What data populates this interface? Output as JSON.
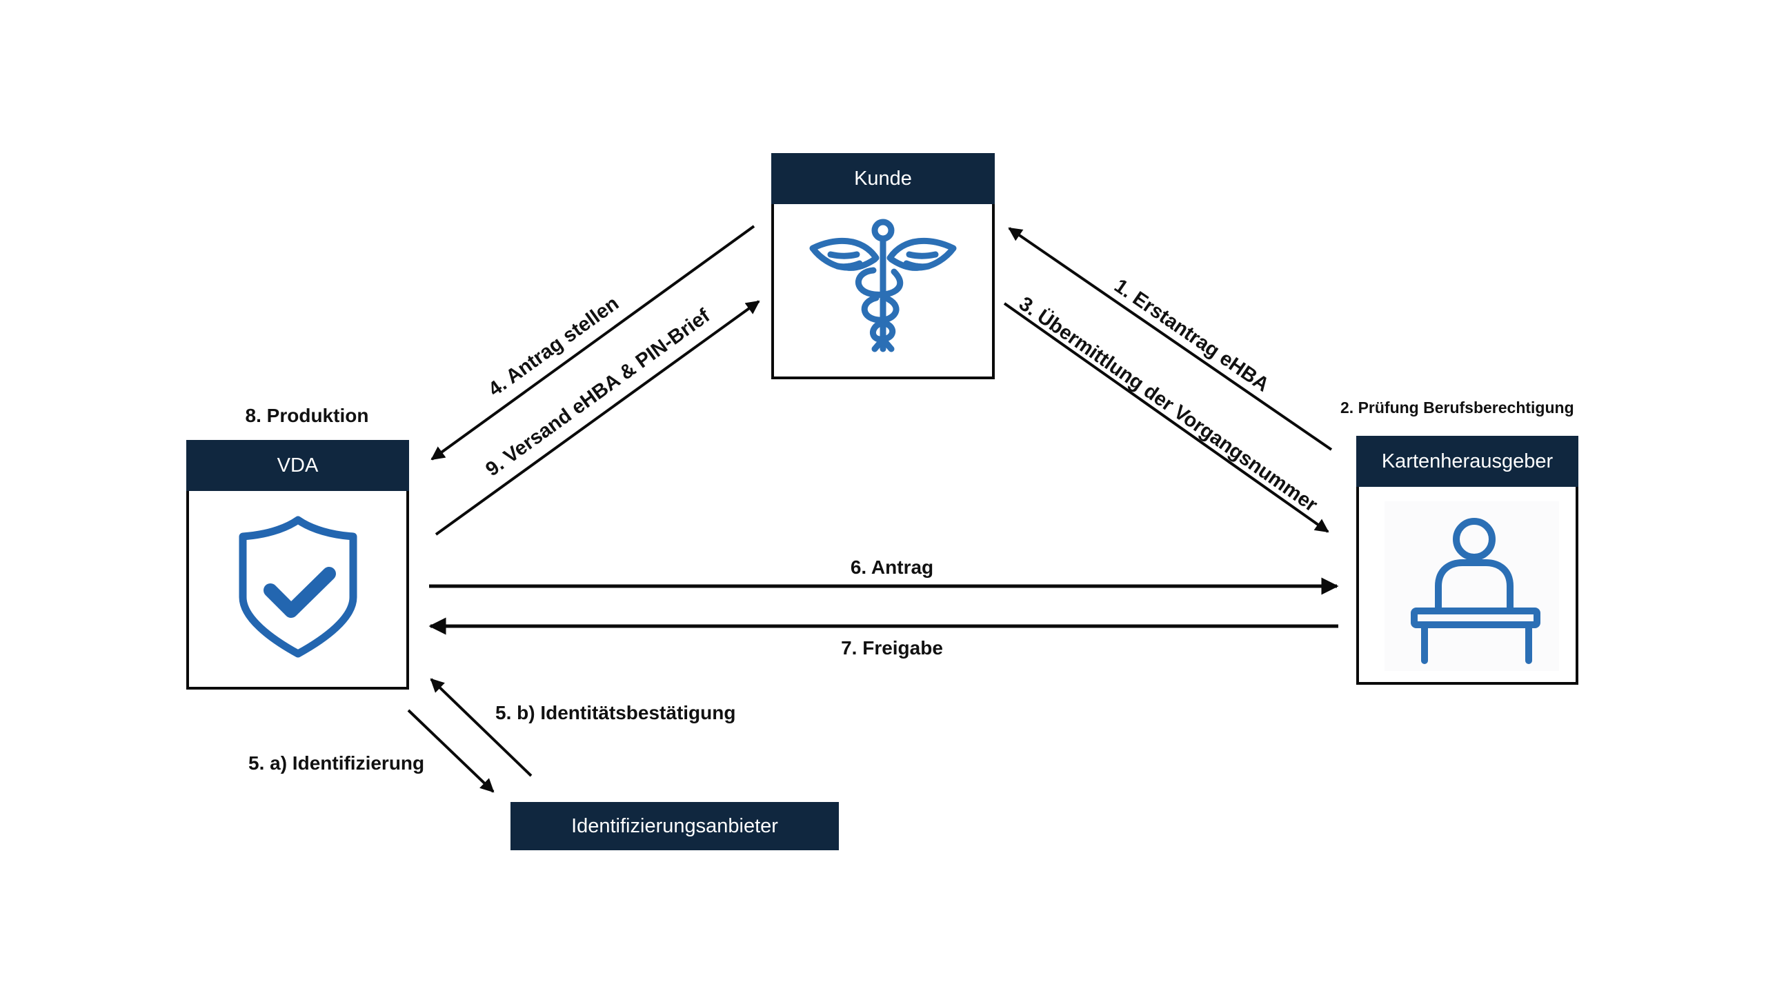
{
  "nodes": {
    "kunde": {
      "title": "Kunde",
      "icon": "caduceus-icon"
    },
    "vda": {
      "title": "VDA",
      "icon": "shield-check-icon",
      "step_label": "8. Produktion"
    },
    "kartenherausgeber": {
      "title": "Kartenherausgeber",
      "icon": "person-at-desk-icon",
      "step_label": "2. Prüfung Berufsberechtigung"
    },
    "identifizierungsanbieter": {
      "title": "Identifizierungsanbieter"
    }
  },
  "flows": [
    {
      "id": "1",
      "label": "1. Erstantrag eHBA",
      "from": "Kartenherausgeber",
      "to": "Kunde"
    },
    {
      "id": "3",
      "label": "3. Übermittlung der Vorgangsnummer",
      "from": "Kunde",
      "to": "Kartenherausgeber"
    },
    {
      "id": "4",
      "label": "4. Antrag stellen",
      "from": "Kunde",
      "to": "VDA"
    },
    {
      "id": "5a",
      "label": "5. a) Identifizierung",
      "from": "VDA",
      "to": "Identifizierungsanbieter"
    },
    {
      "id": "5b",
      "label": "5. b) Identitätsbestätigung",
      "from": "Identifizierungsanbieter",
      "to": "VDA"
    },
    {
      "id": "6",
      "label": "6. Antrag",
      "from": "VDA",
      "to": "Kartenherausgeber"
    },
    {
      "id": "7",
      "label": "7. Freigabe",
      "from": "Kartenherausgeber",
      "to": "VDA"
    },
    {
      "id": "9",
      "label": "9. Versand eHBA & PIN-Brief",
      "from": "VDA",
      "to": "Kunde"
    }
  ],
  "colors": {
    "header": "#10273f",
    "icon": "#2b6fb5",
    "arrow": "#0a0a0a"
  }
}
